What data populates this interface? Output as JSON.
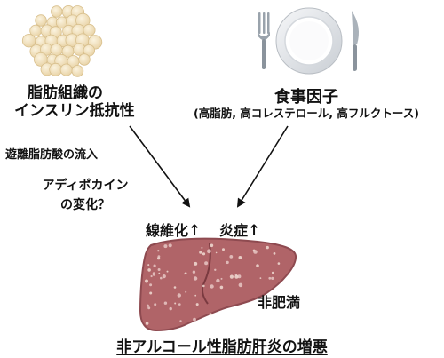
{
  "adipose": {
    "line1": "脂肪組織の",
    "line2": "インスリン抵抗性"
  },
  "diet": {
    "title": "食事因子",
    "detail": "(高脂肪, 高コレステロール, 高フルクトース)"
  },
  "ffa_label": "遊離脂肪酸の流入",
  "adipokine": {
    "line1": "アディポカイン",
    "line2": "の変化？"
  },
  "fibrosis": {
    "label": "線維化",
    "arrow": "↑"
  },
  "inflammation": {
    "label": "炎症",
    "arrow": "↑"
  },
  "non_obese": "非肥満",
  "outcome": "非アルコール性脂肪肝炎の増悪",
  "colors": {
    "liver": "#b06468",
    "liver_dark": "#8e4a50",
    "fat_cell": "#f3e4c2",
    "plate": "#e9ecef"
  },
  "icons": [
    "fat-cells-icon",
    "fork-icon",
    "plate-icon",
    "knife-icon",
    "liver-icon"
  ]
}
